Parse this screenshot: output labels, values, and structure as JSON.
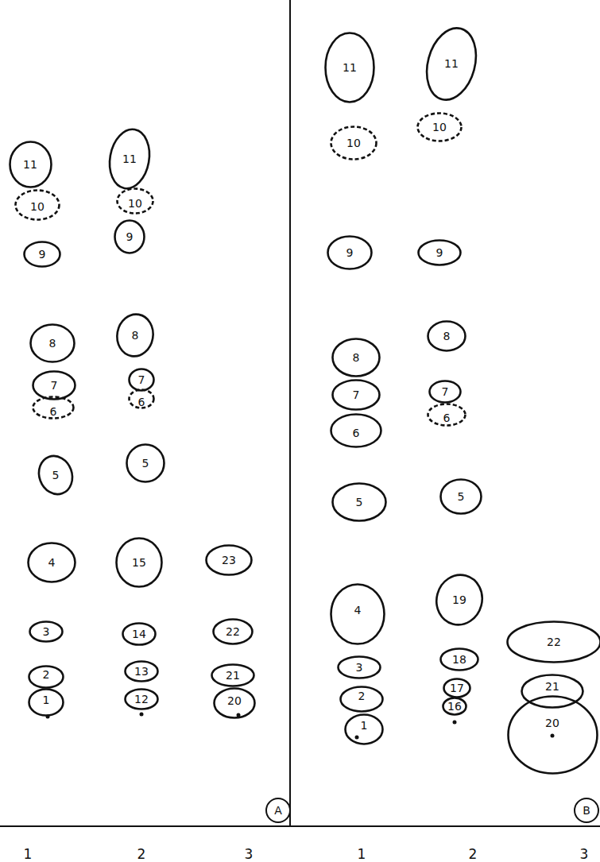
{
  "diagram": {
    "nodes": [
      {
        "text": [
          "11"
        ]
      },
      {
        "text": [
          "10"
        ]
      },
      {
        "text": [
          "9"
        ]
      },
      {
        "text": [
          "8"
        ]
      },
      {
        "text": [
          "7"
        ]
      },
      {
        "text": [
          "6"
        ]
      },
      {
        "text": [
          "5"
        ]
      },
      {
        "text": [
          "4"
        ]
      },
      {
        "text": [
          "3"
        ]
      },
      {
        "text": [
          "2"
        ]
      },
      {
        "text": [
          "1"
        ]
      },
      {
        "text": [
          "11"
        ]
      },
      {
        "text": [
          "10"
        ]
      },
      {
        "text": [
          "9"
        ]
      },
      {
        "text": [
          "8"
        ]
      },
      {
        "text": [
          "7"
        ]
      },
      {
        "text": [
          "6"
        ]
      },
      {
        "text": [
          "5"
        ]
      },
      {
        "text": [
          "15"
        ]
      },
      {
        "text": [
          "14"
        ]
      },
      {
        "text": [
          "13"
        ]
      },
      {
        "text": [
          "12"
        ]
      },
      {
        "text": [
          "23"
        ]
      },
      {
        "text": [
          "22"
        ]
      },
      {
        "text": [
          "21"
        ]
      },
      {
        "text": [
          "20"
        ]
      },
      {
        "text": [
          "A"
        ]
      },
      {
        "text": [
          "11"
        ]
      },
      {
        "text": [
          "10"
        ]
      },
      {
        "text": [
          "9"
        ]
      },
      {
        "text": [
          "8"
        ]
      },
      {
        "text": [
          "7"
        ]
      },
      {
        "text": [
          "6"
        ]
      },
      {
        "text": [
          "5"
        ]
      },
      {
        "text": [
          "4"
        ]
      },
      {
        "text": [
          "3"
        ]
      },
      {
        "text": [
          "2"
        ]
      },
      {
        "text": [
          "1"
        ]
      },
      {
        "text": [
          "11"
        ]
      },
      {
        "text": [
          "10"
        ]
      },
      {
        "text": [
          "9"
        ]
      },
      {
        "text": [
          "8"
        ]
      },
      {
        "text": [
          "7"
        ]
      },
      {
        "text": [
          "6"
        ]
      },
      {
        "text": [
          "5"
        ]
      },
      {
        "text": [
          "19"
        ]
      },
      {
        "text": [
          "18"
        ]
      },
      {
        "text": [
          "17"
        ]
      },
      {
        "text": [
          "16"
        ]
      },
      {
        "text": [
          "22"
        ]
      },
      {
        "text": [
          "21"
        ]
      },
      {
        "text": [
          "20"
        ]
      },
      {
        "text": [
          "B"
        ]
      }
    ],
    "labels": [
      "1",
      "2",
      "3",
      "1",
      "2",
      "3"
    ]
  }
}
